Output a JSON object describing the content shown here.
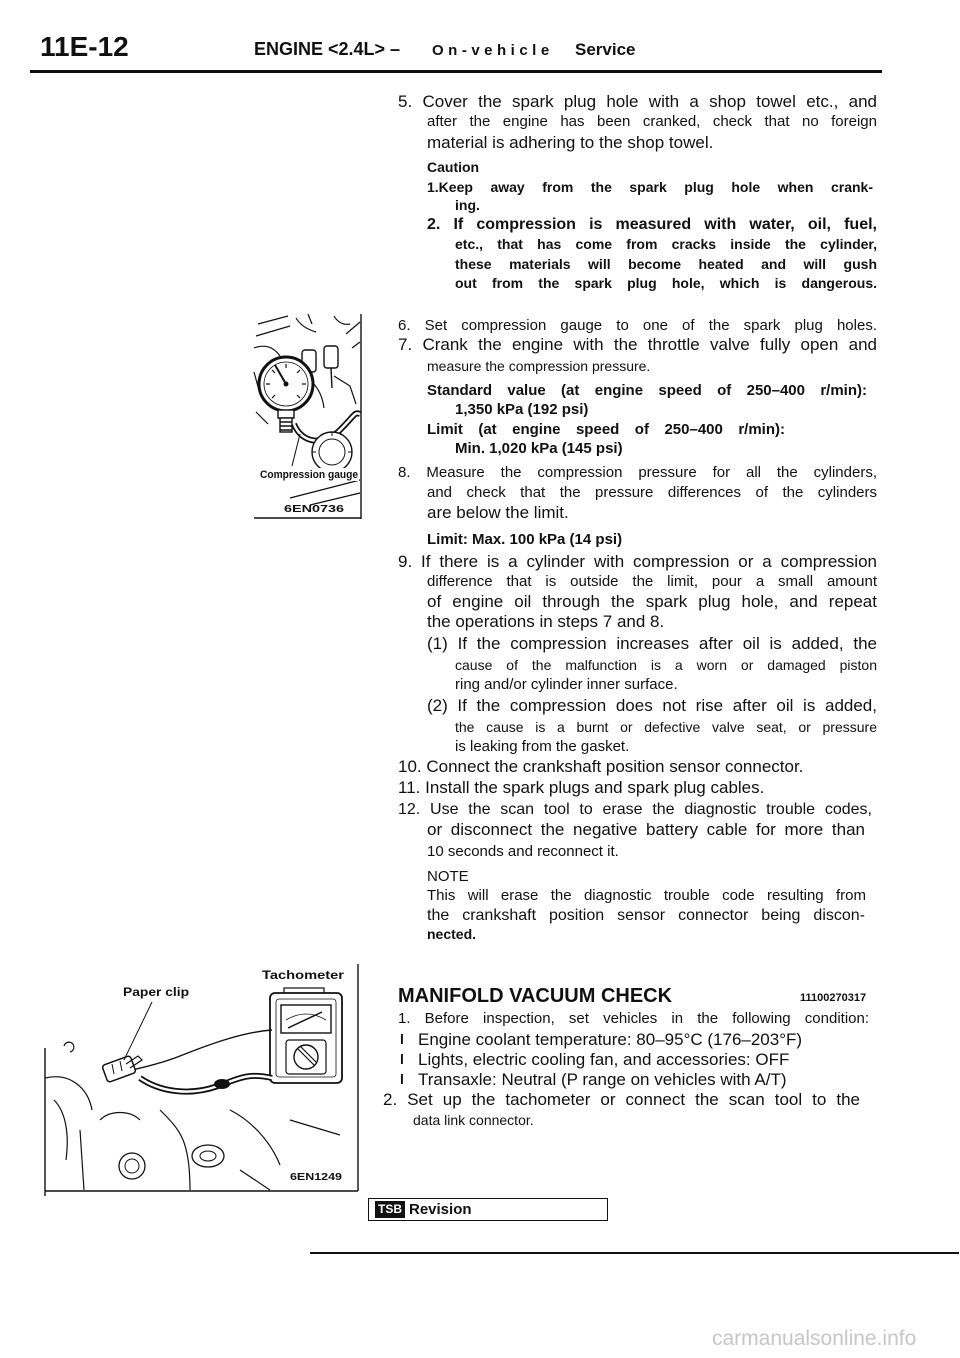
{
  "header": {
    "page_number": "11E-12",
    "section": "ENGINE <2.4L> –",
    "subsection": "On-vehicle",
    "service": "Service"
  },
  "compression_check": {
    "step5": [
      "5. Cover the spark plug hole with a shop towel etc., and",
      "after the engine has been cranked, check that no foreign",
      "material is adhering to the shop towel."
    ],
    "caution": {
      "title": "Caution",
      "item1": [
        "1.Keep away from the spark plug hole when crank-",
        "ing."
      ],
      "item2": [
        "2. If compression is measured with water, oil, fuel,",
        "etc., that has come from cracks inside the cylinder,",
        "these materials will become heated and will gush",
        "out from the spark plug hole, which is dangerous."
      ]
    },
    "step6": "6. Set compression gauge to one of the spark plug holes.",
    "step7": [
      "7. Crank the engine with the throttle valve fully open and",
      "measure the compression pressure."
    ],
    "standard_value": [
      "Standard value (at engine speed of 250–400 r/min):",
      "1,350 kPa (192 psi)"
    ],
    "limit_min": [
      "Limit (at engine speed of 250–400 r/min):",
      "Min. 1,020 kPa (145 psi)"
    ],
    "step8": [
      "8. Measure the compression pressure for all the cylinders,",
      "and check that the pressure differences of the cylinders",
      "are below the limit."
    ],
    "limit_difference": "Limit: Max. 100 kPa (14 psi)",
    "step9": [
      "9. If there is a cylinder with compression or a compression",
      "difference that is outside the limit, pour a small amount",
      "of engine oil through the spark plug hole, and repeat",
      "the operations in steps 7 and 8."
    ],
    "step9_sub1": [
      "(1) If the compression increases after oil is added, the",
      "cause of the malfunction is a worn or damaged piston",
      "ring and/or cylinder inner surface."
    ],
    "step9_sub2": [
      "(2) If the compression does not rise after oil is added,",
      "the cause is a burnt or defective valve seat, or pressure",
      "is leaking from the gasket."
    ],
    "step10": "10. Connect the crankshaft position sensor connector.",
    "step11": "11. Install the spark plugs and spark plug cables.",
    "step12": [
      "12. Use the scan tool to erase the diagnostic trouble codes,",
      "or disconnect the negative battery cable for more than",
      "10 seconds and reconnect it."
    ],
    "note": {
      "title": "NOTE",
      "lines": [
        "This will erase the diagnostic trouble code resulting from",
        "the crankshaft position sensor connector being discon-",
        "nected."
      ]
    }
  },
  "manifold_vacuum_check": {
    "title": "MANIFOLD VACUUM CHECK",
    "code": "11100270317",
    "step1": "1. Before inspection, set vehicles in the following condition:",
    "bullet_glyph": "l",
    "conditions": [
      "Engine coolant temperature: 80–95°C (176–203°F)",
      "Lights, electric cooling fan, and accessories: OFF",
      "Transaxle: Neutral (P range on vehicles with A/T)"
    ],
    "step2": [
      "2. Set up the tachometer or connect the scan tool to the",
      "data link connector."
    ]
  },
  "figures": {
    "compression_gauge": {
      "label": "Compression gauge",
      "code": "6EN0736"
    },
    "tachometer": {
      "label_tachometer": "Tachometer",
      "label_paper_clip": "Paper clip",
      "code": "6EN1249"
    }
  },
  "footer": {
    "tsb": "TSB",
    "revision": "Revision",
    "watermark": "carmanualsonline.info"
  }
}
